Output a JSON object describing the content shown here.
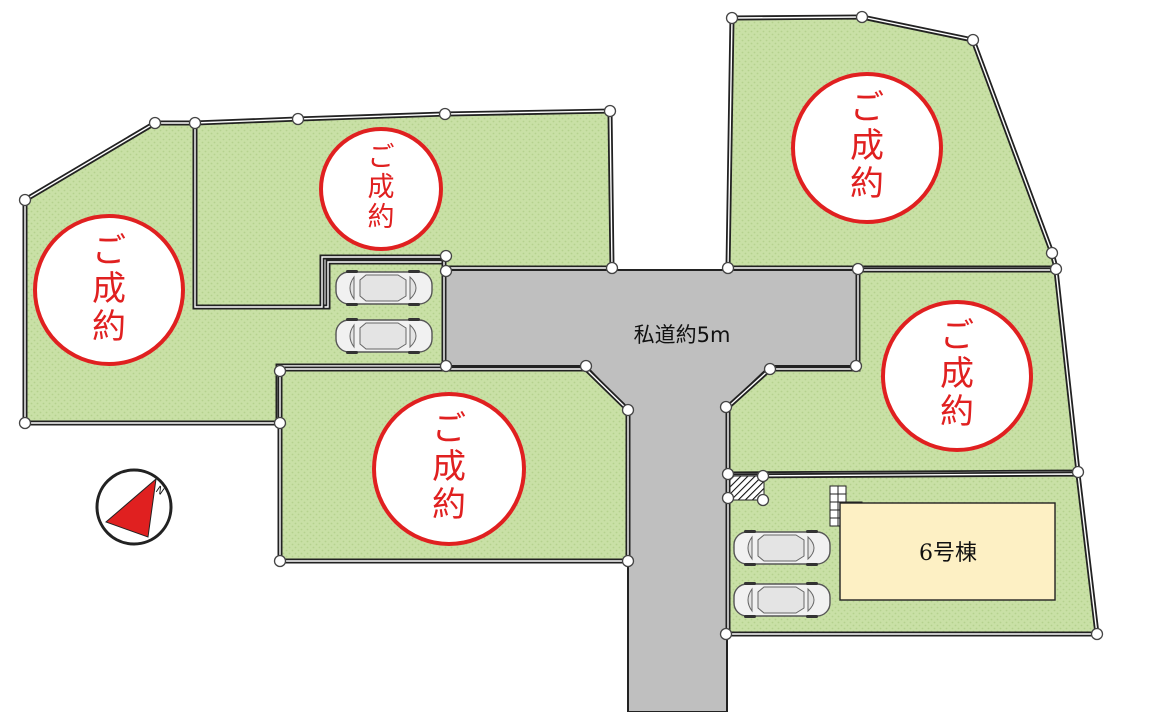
{
  "road": {
    "label": "私道約5m"
  },
  "lots": [
    {
      "id": "lot-west",
      "status": "ご成約",
      "status_lines": [
        "ご",
        "成",
        "約"
      ]
    },
    {
      "id": "lot-north-west",
      "status": "ご成約",
      "status_lines": [
        "ご",
        "成",
        "約"
      ]
    },
    {
      "id": "lot-south-west",
      "status": "ご成約",
      "status_lines": [
        "ご",
        "成",
        "約"
      ]
    },
    {
      "id": "lot-north-east",
      "status": "ご成約",
      "status_lines": [
        "ご",
        "成",
        "約"
      ]
    },
    {
      "id": "lot-east",
      "status": "ご成約",
      "status_lines": [
        "ご",
        "成",
        "約"
      ]
    },
    {
      "id": "lot-6",
      "house_label": "6号棟"
    }
  ],
  "compass": {
    "north_label": "N"
  },
  "colors": {
    "lot_fill": "#c9e0a6",
    "lot_dots": "#b5d18e",
    "road": "#bfbfbf",
    "sold_red": "#e02020",
    "house_fill": "#fdf0c4"
  }
}
